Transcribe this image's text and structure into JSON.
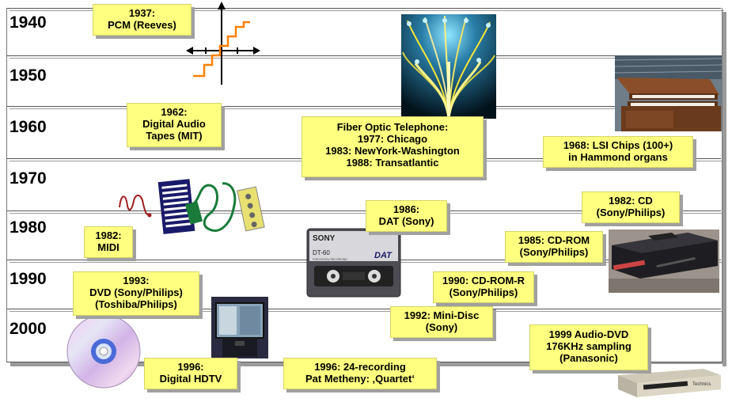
{
  "years": [
    "1940",
    "1950",
    "1960",
    "1970",
    "1980",
    "1990",
    "2000"
  ],
  "notes": {
    "pcm": [
      "1937:",
      "PCM (Reeves)"
    ],
    "dat_mit": [
      "1962:",
      "Digital Audio",
      "Tapes (MIT)"
    ],
    "fiber": [
      "Fiber Optic Telephone:",
      "1977: Chicago",
      "1983: NewYork-Washington",
      "1988: Transatlantic"
    ],
    "lsi": [
      "1968: LSI Chips (100+)",
      "in Hammond organs"
    ],
    "midi": [
      "1982:",
      "MIDI"
    ],
    "dat_sony": [
      "1986:",
      "DAT (Sony)"
    ],
    "cd": [
      "1982: CD",
      "(Sony/Philips)"
    ],
    "cdrom": [
      "1985: CD-ROM",
      "(Sony/Philips)"
    ],
    "cdromr": [
      "1990: CD-ROM-R",
      "(Sony/Philips)"
    ],
    "minidisc": [
      "1992: Mini-Disc",
      "(Sony)"
    ],
    "dvd": [
      "1993:",
      "DVD (Sony/Philips)",
      "(Toshiba/Philips)"
    ],
    "audiodvd": [
      "1999 Audio-DVD",
      "176KHz sampling",
      "(Panasonic)"
    ],
    "hdtv": [
      "1996:",
      "Digital HDTV"
    ],
    "recording": [
      "1996: 24-recording",
      "Pat Metheny: ‚Quartet‘"
    ]
  },
  "image_text": {
    "tape_brand": "SONY",
    "tape_model": "DT-60",
    "tape_logo": "DAT",
    "tape_small": "FOR DIGITAL RECORDING",
    "player_brand": "Technics"
  },
  "colors": {
    "note_fill": "#ffff80",
    "signal": "#ff8000",
    "shadow": "#9a9a9a"
  }
}
